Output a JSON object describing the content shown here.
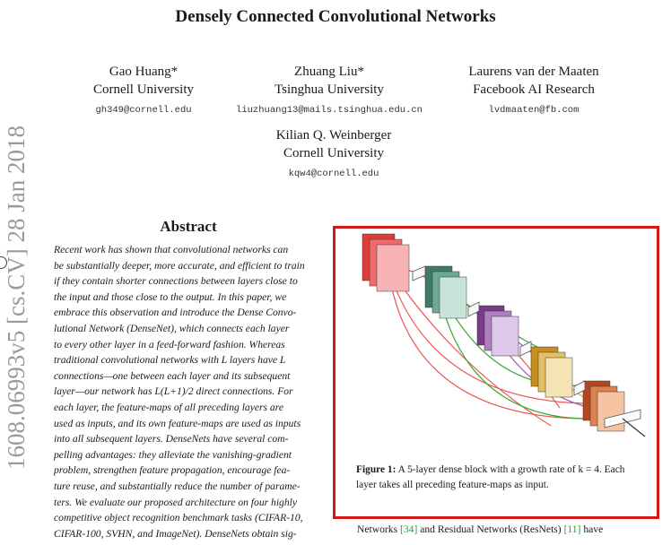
{
  "paper": {
    "title": "Densely Connected Convolutional Networks",
    "authors": [
      {
        "name": "Gao Huang*",
        "affiliation": "Cornell University",
        "email": "gh349@cornell.edu"
      },
      {
        "name": "Zhuang Liu*",
        "affiliation": "Tsinghua University",
        "email": "liuzhuang13@mails.tsinghua.edu.cn"
      },
      {
        "name": "Laurens van der Maaten",
        "affiliation": "Facebook AI Research",
        "email": "lvdmaaten@fb.com"
      },
      {
        "name": "Kilian Q. Weinberger",
        "affiliation": "Cornell University",
        "email": "kqw4@cornell.edu"
      }
    ],
    "arxiv_id": "1608.06993v5  [cs.CV]  28 Jan 2018",
    "abstract_heading": "Abstract",
    "abstract_lines": [
      "Recent work has shown that convolutional networks can",
      "be substantially deeper, more accurate, and efficient to train",
      "if they contain shorter connections between layers close to",
      "the input and those close to the output. In this paper, we",
      "embrace this observation and introduce the Dense Convo-",
      "lutional Network (DenseNet), which connects each layer",
      "to every other layer in a feed-forward fashion. Whereas",
      "traditional convolutional networks with L layers have L",
      "connections—one between each layer and its subsequent",
      "layer—our network has L(L+1)/2 direct connections. For",
      "each layer, the feature-maps of all preceding layers are",
      "used as inputs, and its own feature-maps are used as inputs",
      "into all subsequent layers. DenseNets have several com-",
      "pelling advantages: they alleviate the vanishing-gradient",
      "problem, strengthen feature propagation, encourage fea-",
      "ture reuse, and substantially reduce the number of parame-",
      "ters. We evaluate our proposed architecture on four highly",
      "competitive object recognition benchmark tasks (CIFAR-10,",
      "CIFAR-100, SVHN, and ImageNet). DenseNets obtain sig-"
    ],
    "figure": {
      "caption_label": "Figure 1:",
      "caption_text": "A 5-layer dense block with a growth rate of k = 4. Each layer takes all preceding feature-maps as input.",
      "highlight_color": "#d01818"
    },
    "bottom_text": {
      "before": "Networks ",
      "ref1": "[34]",
      "middle": " and Residual Networks (ResNets) ",
      "ref2": "[11]",
      "after": " have"
    }
  }
}
